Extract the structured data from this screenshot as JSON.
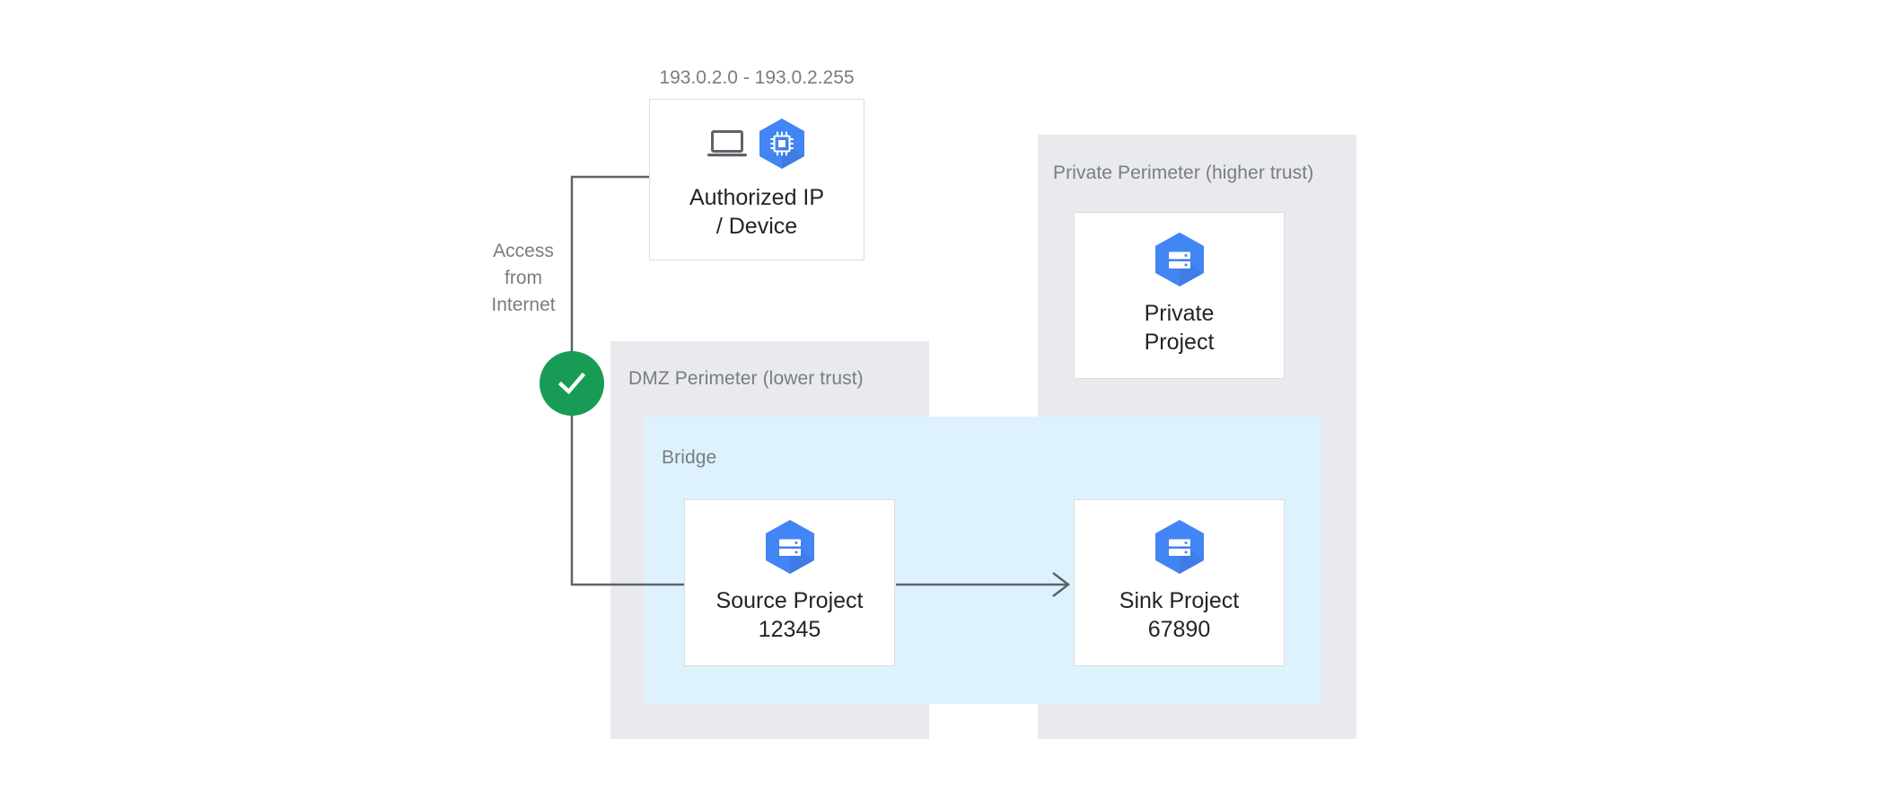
{
  "diagram": {
    "title_caption": "193.0.2.0 - 193.0.2.255",
    "colors": {
      "perimeter_bg": "#e8eaed",
      "bridge_bg": "#ddf2fd",
      "node_bg": "#ffffff",
      "node_border": "#dcdddf",
      "gcp_blue": "#4285f4",
      "gcp_blue_dark": "#3b78e7",
      "check_green": "#189c55",
      "label_gray": "#7a7d80",
      "text_dark": "#232426",
      "edge_gray": "#5f6368"
    },
    "perimeters": [
      {
        "id": "dmz",
        "label": "DMZ Perimeter (lower trust)",
        "trust": "lower"
      },
      {
        "id": "private",
        "label": "Private Perimeter (higher trust)",
        "trust": "higher"
      }
    ],
    "bridge": {
      "label": "Bridge"
    },
    "nodes": [
      {
        "id": "authorized-ip-device",
        "label": "Authorized IP\n/ Device",
        "icons": [
          "laptop-icon",
          "compute-chip-icon"
        ]
      },
      {
        "id": "private-project",
        "label": "Private\nProject",
        "icons": [
          "project-icon"
        ]
      },
      {
        "id": "source-project",
        "label": "Source Project\n12345",
        "icons": [
          "project-icon"
        ]
      },
      {
        "id": "sink-project",
        "label": "Sink Project\n67890",
        "icons": [
          "project-icon"
        ]
      }
    ],
    "edges": [
      {
        "id": "internet-access",
        "label": "Access\nfrom\nInternet",
        "from": "authorized-ip-device",
        "to": "source-project",
        "badge": "allowed-check"
      },
      {
        "id": "source-to-sink",
        "label": "",
        "from": "source-project",
        "to": "sink-project",
        "arrowhead": true
      }
    ],
    "badges": [
      {
        "id": "allowed-check",
        "glyph": "check",
        "color": "#189c55"
      }
    ]
  }
}
